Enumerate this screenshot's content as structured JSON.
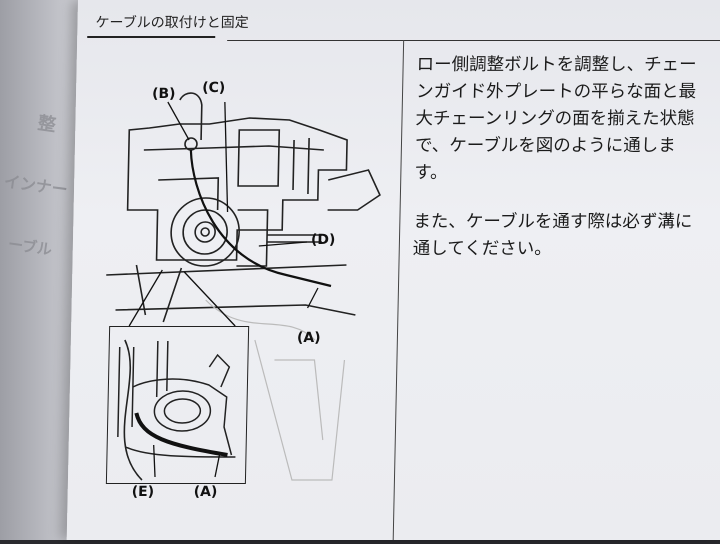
{
  "section_title": "ケーブルの取付けと固定",
  "paragraph_1_lines": [
    "ロー側調整ボルトを調整し、チェー",
    "ンガイド外プレートの平らな面と最",
    "大チェーンリングの面を揃えた状態",
    "で、ケーブルを図のように通しま",
    "す。"
  ],
  "paragraph_2_lines": [
    "また、ケーブルを通す際は必ず溝に",
    "通してください。"
  ],
  "figure_callouts": {
    "b": "(B)",
    "c": "(C)",
    "d": "(D)",
    "a_main": "(A)",
    "e": "(E)",
    "a_inset": "(A)"
  },
  "background_page_fragments": [
    "整",
    "インナー",
    "ーブル"
  ]
}
